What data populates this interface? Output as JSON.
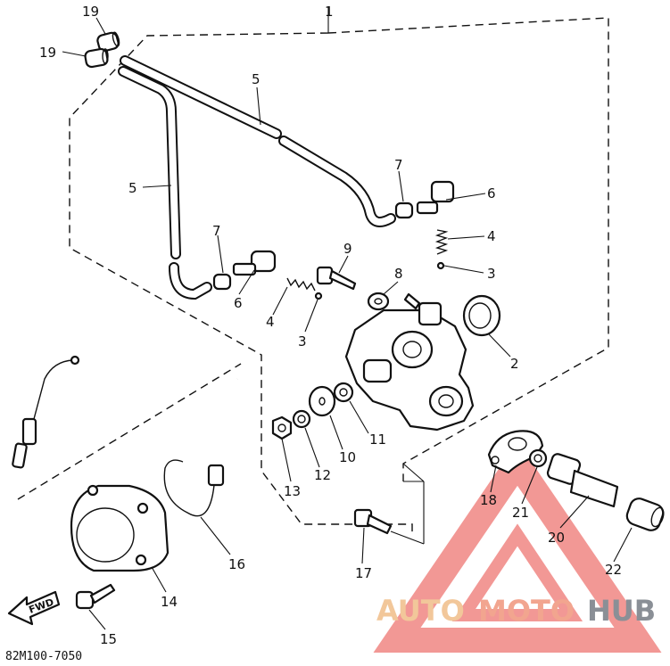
{
  "diagram": {
    "figure_code": "82M100-7050",
    "direction_label": "FWD",
    "callouts": {
      "c1": "1",
      "c19a": "19",
      "c19b": "19",
      "c5a": "5",
      "c5b": "5",
      "c7a": "7",
      "c6a": "6",
      "c4a": "4",
      "c3a": "3",
      "c7b": "7",
      "c6b": "6",
      "c9": "9",
      "c8": "8",
      "c4b": "4",
      "c3b": "3",
      "c2": "2",
      "c10": "10",
      "c11": "11",
      "c12": "12",
      "c13": "13",
      "c18": "18",
      "c21": "21",
      "c20": "20",
      "c22": "22",
      "c14": "14",
      "c16": "16",
      "c17": "17",
      "c15": "15"
    }
  },
  "watermark": {
    "part1": "AUTO",
    "part2": "MOTO",
    "part3": "HUB",
    "colors": {
      "auto": "#f2c79a",
      "moto": "#f2a58f",
      "hub": "#8a8f96",
      "triangle": "#e9443f"
    }
  }
}
